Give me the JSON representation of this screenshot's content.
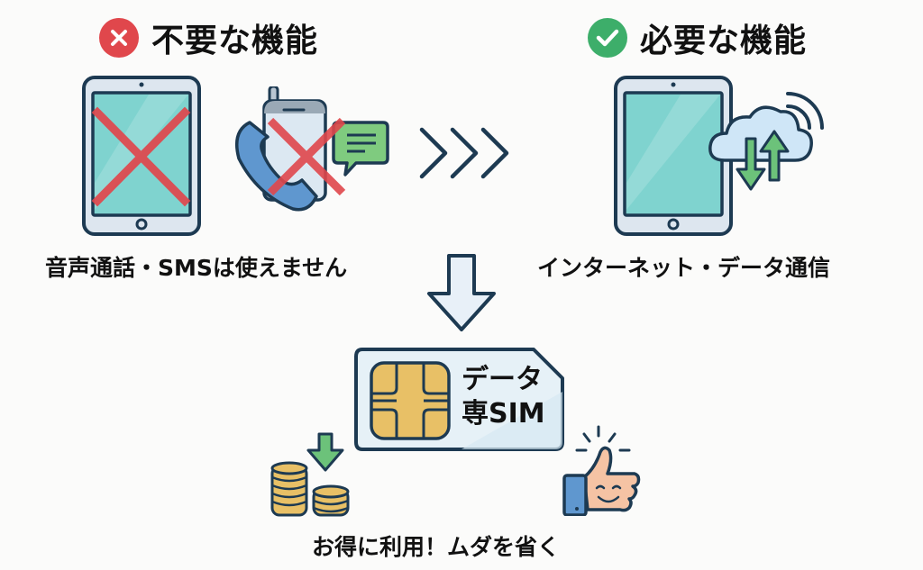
{
  "left": {
    "heading": "不要な機能",
    "heading_icon": "x-circle-icon",
    "heading_icon_color": "#e0474c",
    "caption": "音声通話・SMSは使えません",
    "icons": [
      "tablet-crossed-icon",
      "phone-call-sms-crossed-icon"
    ]
  },
  "right": {
    "heading": "必要な機能",
    "heading_icon": "check-circle-icon",
    "heading_icon_color": "#3dae6a",
    "caption": "インターネット・データ通信",
    "icons": [
      "tablet-icon",
      "cloud-data-transfer-icon",
      "wifi-signal-icon"
    ]
  },
  "flow": {
    "right_arrows_icon": "triple-chevron-right-icon",
    "down_arrow_icon": "arrow-down-icon"
  },
  "sim": {
    "line1": "データ",
    "line2": "専SIM",
    "icon": "sim-card-icon"
  },
  "bottom": {
    "caption": "お得に利用！ムダを省く",
    "icons": [
      "coins-savings-icon",
      "thumbs-up-smile-icon"
    ]
  },
  "colors": {
    "outline": "#1d3a52",
    "screen": "#7fd3cf",
    "device": "#dde6ef",
    "cross": "#e0474c",
    "green": "#6cc27a",
    "gold": "#e8c066",
    "sim_bg": "#e6f1f7"
  }
}
